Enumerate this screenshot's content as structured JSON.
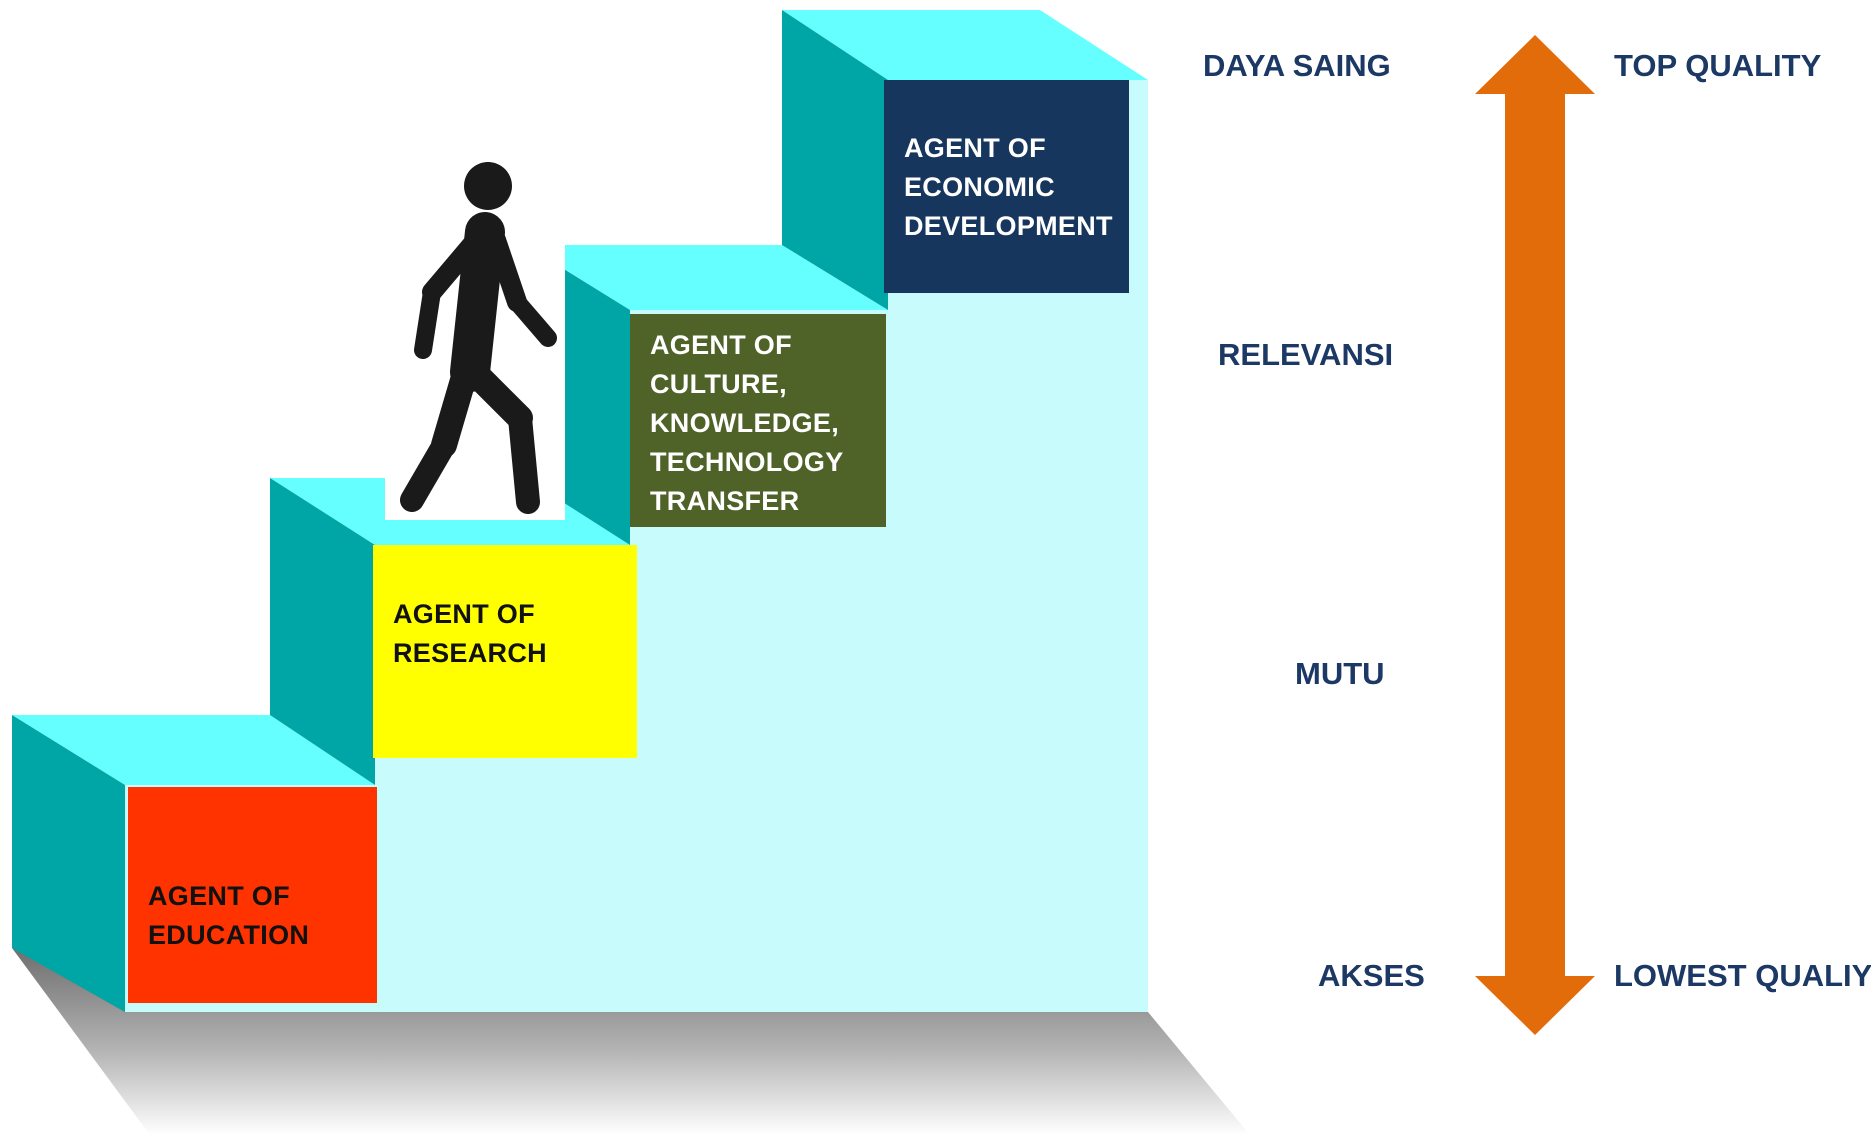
{
  "colors": {
    "stair_face": "#c8fcfc",
    "stair_top": "#66ffff",
    "stair_side": "#00a6a6",
    "shadow": "#8c8c8c",
    "label_text": "#1c3864",
    "arrow": "#e36c0a",
    "figure": "#1a1a1a"
  },
  "steps": [
    {
      "label": "AGENT OF\nEDUCATION",
      "bg": "#ff3300",
      "fg": "#111111"
    },
    {
      "label": "AGENT OF\nRESEARCH",
      "bg": "#ffff00",
      "fg": "#111111"
    },
    {
      "label": "AGENT OF\nCULTURE,\nKNOWLEDGE,\nTECHNOLOGY\nTRANSFER",
      "bg": "#4f6228",
      "fg": "#ffffff"
    },
    {
      "label": "AGENT OF\nECONOMIC\nDEVELOPMENT",
      "bg": "#17365d",
      "fg": "#ffffff"
    }
  ],
  "levels": [
    "DAYA SAING",
    "RELEVANSI",
    "MUTU",
    "AKSES"
  ],
  "quality": {
    "top": "TOP QUALITY",
    "bottom": "LOWEST QUALIY"
  },
  "icons": {
    "walker": "walking-person-icon",
    "arrow": "double-headed-arrow-icon"
  }
}
